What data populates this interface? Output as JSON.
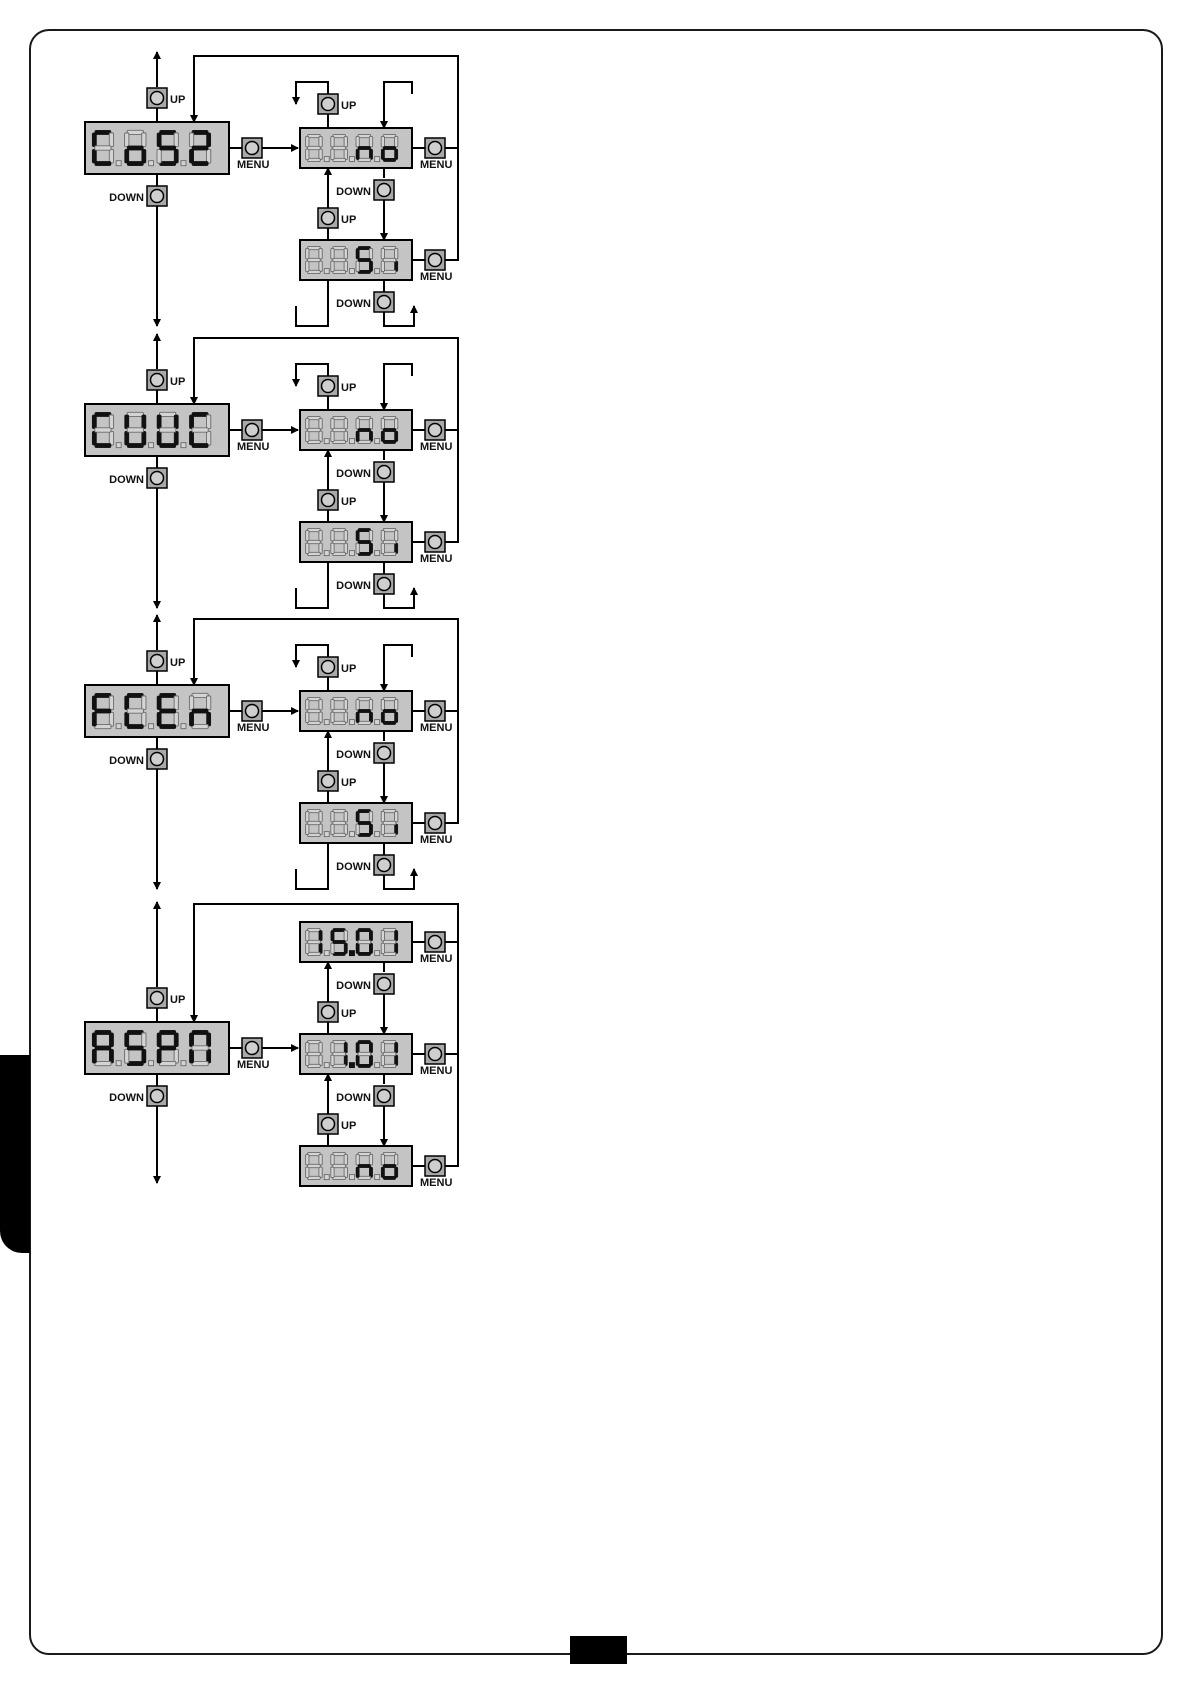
{
  "buttons": {
    "up": "UP",
    "down": "DOWN",
    "menu": "MENU"
  },
  "blocks": [
    {
      "id": "cos2",
      "main_display": [
        "C",
        "o",
        "S",
        "2"
      ],
      "option_displays": [
        {
          "digits": [
            "8",
            "8",
            "n",
            "o"
          ],
          "lit": [
            false,
            false,
            true,
            true
          ]
        },
        {
          "digits": [
            "8",
            "8",
            "S",
            "i"
          ],
          "lit": [
            false,
            false,
            true,
            true
          ]
        }
      ]
    },
    {
      "id": "cvcc",
      "main_display": [
        "C",
        "U",
        "U",
        "C"
      ],
      "option_displays": [
        {
          "digits": [
            "8",
            "8",
            "n",
            "o"
          ],
          "lit": [
            false,
            false,
            true,
            true
          ]
        },
        {
          "digits": [
            "8",
            "8",
            "S",
            "i"
          ],
          "lit": [
            false,
            false,
            true,
            true
          ]
        }
      ]
    },
    {
      "id": "fcen",
      "main_display": [
        "F",
        "C",
        "E",
        "n"
      ],
      "option_displays": [
        {
          "digits": [
            "8",
            "8",
            "n",
            "o"
          ],
          "lit": [
            false,
            false,
            true,
            true
          ]
        },
        {
          "digits": [
            "8",
            "8",
            "S",
            "i"
          ],
          "lit": [
            false,
            false,
            true,
            true
          ]
        }
      ]
    },
    {
      "id": "aspm",
      "main_display": [
        "A",
        "S",
        "P",
        "M"
      ],
      "option_displays": [
        {
          "digits": [
            "1",
            "5",
            "0",
            "1"
          ],
          "lit": [
            true,
            true,
            true,
            true
          ],
          "dots": [
            false,
            true,
            false,
            false
          ]
        },
        {
          "digits": [
            "8",
            "1",
            "0",
            "1"
          ],
          "lit": [
            false,
            true,
            true,
            true
          ],
          "dots": [
            false,
            true,
            false,
            false
          ]
        },
        {
          "digits": [
            "8",
            "8",
            "n",
            "o"
          ],
          "lit": [
            false,
            false,
            true,
            true
          ]
        }
      ]
    }
  ]
}
